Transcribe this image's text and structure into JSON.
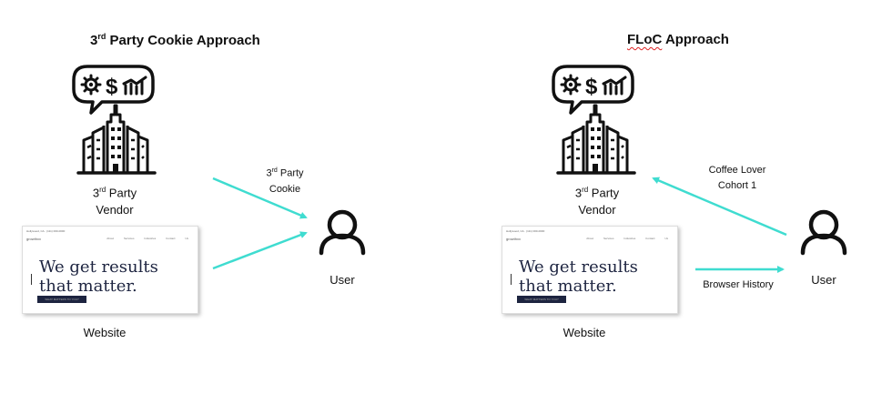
{
  "colors": {
    "arrow": "#3fdcd0",
    "ink": "#111111",
    "hero_text": "#1d2440"
  },
  "left": {
    "title": {
      "pre": "3",
      "sup": "rd",
      "post": " Party Cookie Approach"
    },
    "vendor": {
      "line1_pre": "3",
      "line1_sup": "rd",
      "line1_post": " Party",
      "line2": "Vendor",
      "icon": "building-with-gear-dollar-chart-speech-bubble-icon"
    },
    "cookie_label": {
      "line1_pre": "3",
      "line1_sup": "rd",
      "line1_post": " Party",
      "line2": "Cookie"
    },
    "user_label": "User",
    "website_label": "Website"
  },
  "right": {
    "title": {
      "floc": "FLoC",
      "rest": " Approach"
    },
    "vendor": {
      "line1_pre": "3",
      "line1_sup": "rd",
      "line1_post": " Party",
      "line2": "Vendor",
      "icon": "building-with-gear-dollar-chart-speech-bubble-icon"
    },
    "cohort_label": {
      "line1": "Coffee Lover",
      "line2": "Cohort 1"
    },
    "history_label": "Browser History",
    "user_label": "User",
    "website_label": "Website"
  },
  "website_preview": {
    "topbar": "Hollywood, CA · (111) 000-0000",
    "logo": "growthxx",
    "nav": [
      "About",
      "Services",
      "Industries",
      "Contact Us"
    ],
    "hero_line1": "We get results",
    "hero_line2": "that matter.",
    "cta": "WHAT MATTERS TO YOU?"
  }
}
